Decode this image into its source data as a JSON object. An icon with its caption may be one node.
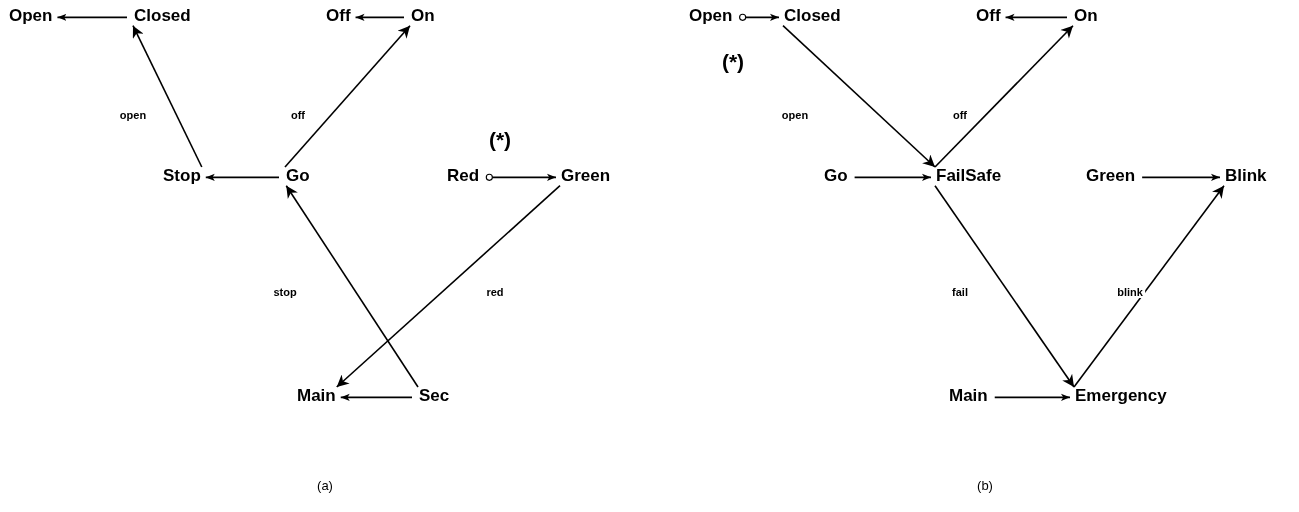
{
  "diagram": {
    "nodes": [
      {
        "text": [
          "Open"
        ]
      },
      {
        "text": [
          "Closed"
        ]
      },
      {
        "text": [
          "Off"
        ]
      },
      {
        "text": [
          "On"
        ]
      },
      {
        "text": [
          "Stop"
        ]
      },
      {
        "text": [
          "Go"
        ]
      },
      {
        "text": [
          "Red"
        ]
      },
      {
        "text": [
          "Green"
        ]
      },
      {
        "text": [
          "Main"
        ]
      },
      {
        "text": [
          "Sec"
        ]
      },
      {
        "text": [
          "Open"
        ]
      },
      {
        "text": [
          "Closed"
        ]
      },
      {
        "text": [
          "Off"
        ]
      },
      {
        "text": [
          "On"
        ]
      },
      {
        "text": [
          "Go"
        ]
      },
      {
        "text": [
          "FailSafe"
        ]
      },
      {
        "text": [
          "Green"
        ]
      },
      {
        "text": [
          "Blink"
        ]
      },
      {
        "text": [
          "Main"
        ]
      },
      {
        "text": [
          "Emergency"
        ]
      }
    ],
    "edges": [
      {
        "from": 1,
        "to": 0,
        "arrow": "to"
      },
      {
        "from": 3,
        "to": 2,
        "arrow": "to"
      },
      {
        "from": 5,
        "to": 4,
        "arrow": "to"
      },
      {
        "from": 6,
        "to": 7,
        "arrow": "to",
        "label": "(*)"
      },
      {
        "from": 9,
        "to": 8,
        "arrow": "to"
      },
      {
        "from": 4,
        "to": 1,
        "arrow": "to",
        "label": "open"
      },
      {
        "from": 5,
        "to": 3,
        "arrow": "to",
        "label": "off"
      },
      {
        "from": 9,
        "to": 5,
        "arrow": "to",
        "label": "stop"
      },
      {
        "from": 7,
        "to": 8,
        "arrow": "to",
        "label": "red"
      },
      {
        "from": 10,
        "to": 11,
        "arrow": "to",
        "label": "(*)"
      },
      {
        "from": 13,
        "to": 12,
        "arrow": "to"
      },
      {
        "from": 14,
        "to": 15,
        "arrow": "to"
      },
      {
        "from": 16,
        "to": 17,
        "arrow": "to"
      },
      {
        "from": 18,
        "to": 19,
        "arrow": "to"
      },
      {
        "from": 11,
        "to": 15,
        "arrow": "to",
        "label": "open"
      },
      {
        "from": 15,
        "to": 13,
        "arrow": "to",
        "label": "off"
      },
      {
        "from": 15,
        "to": 19,
        "arrow": "to",
        "label": "fail"
      },
      {
        "from": 19,
        "to": 17,
        "arrow": "to",
        "label": "blink"
      }
    ],
    "labels": [
      "(a)",
      "(b)"
    ]
  }
}
